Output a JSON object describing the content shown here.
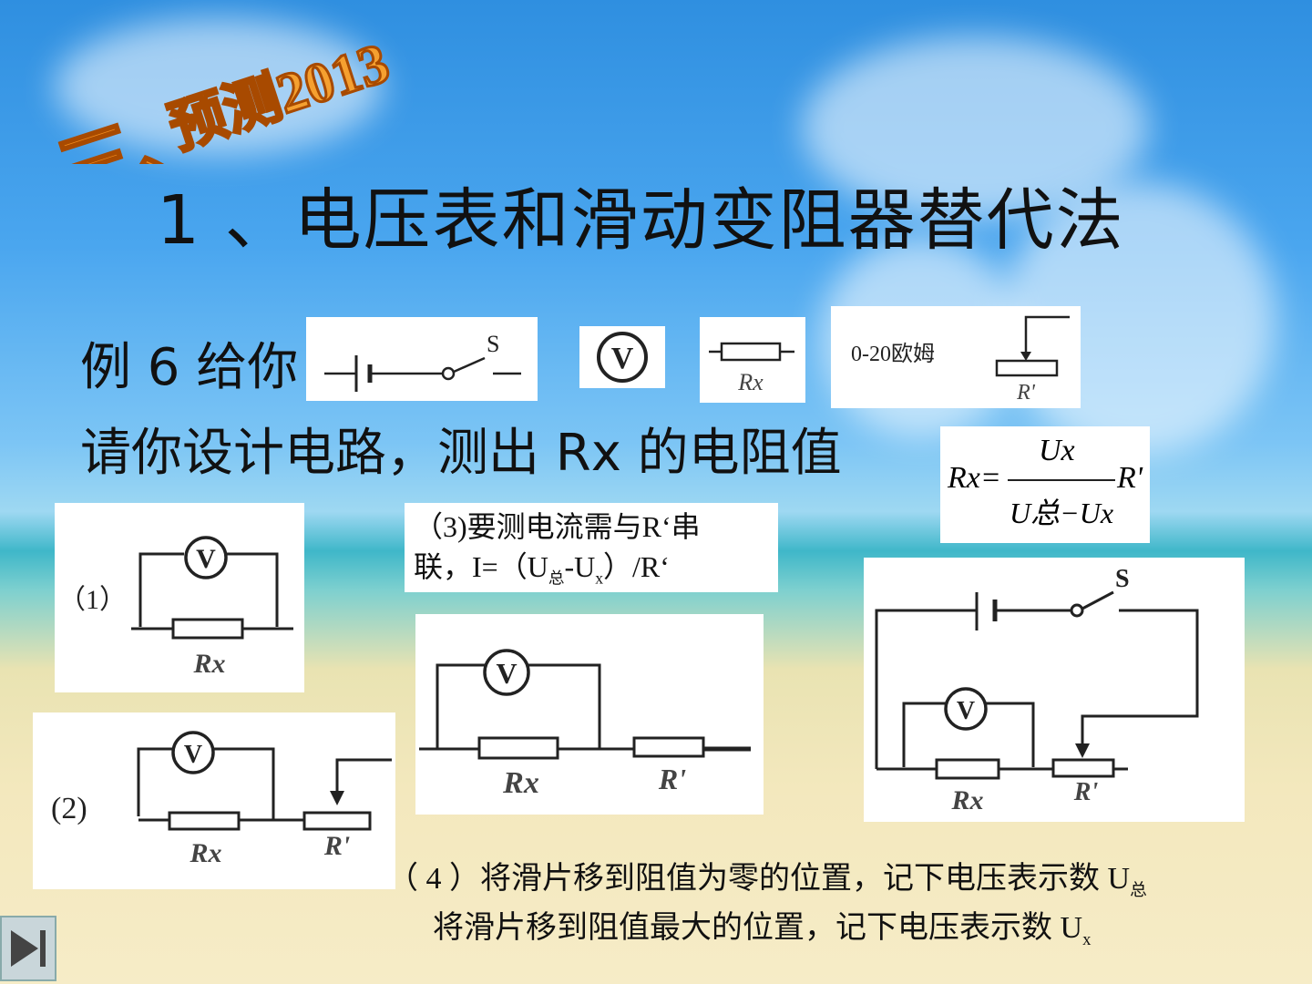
{
  "heading": {
    "part1": "三、",
    "part2": "预测2013"
  },
  "title": "1 、电压表和滑动变阻器替代法",
  "example": {
    "line1": "例 6 给你",
    "line2": "请你设计电路，测出 Rx 的电阻值"
  },
  "components": {
    "switch_label": "S",
    "voltmeter_label": "V",
    "rx_label": "Rx",
    "rheostat_range": "0-20欧姆",
    "rheostat_label": "R'"
  },
  "formula": {
    "lhs": "Rx=",
    "num": "Ux",
    "den": "U总−Ux",
    "rhs": "R'"
  },
  "note3": {
    "line1": "（3)要测电流需与R‘串",
    "line2_a": "联，I=（U",
    "line2_sub1": "总",
    "line2_b": "-U",
    "line2_sub2": "x",
    "line2_c": "）/R‘"
  },
  "circuits": {
    "c1_label": "（1）",
    "c2_label": "(2)",
    "v": "V",
    "rx": "Rx",
    "rp": "R'",
    "s": "S"
  },
  "step4": {
    "line1": "（ 4 ）将滑片移到阻值为零的位置，记下电压表示数 U",
    "line1_sub": "总",
    "line2": "将滑片移到阻值最大的位置，记下电压表示数 U",
    "line2_sub": "x"
  }
}
